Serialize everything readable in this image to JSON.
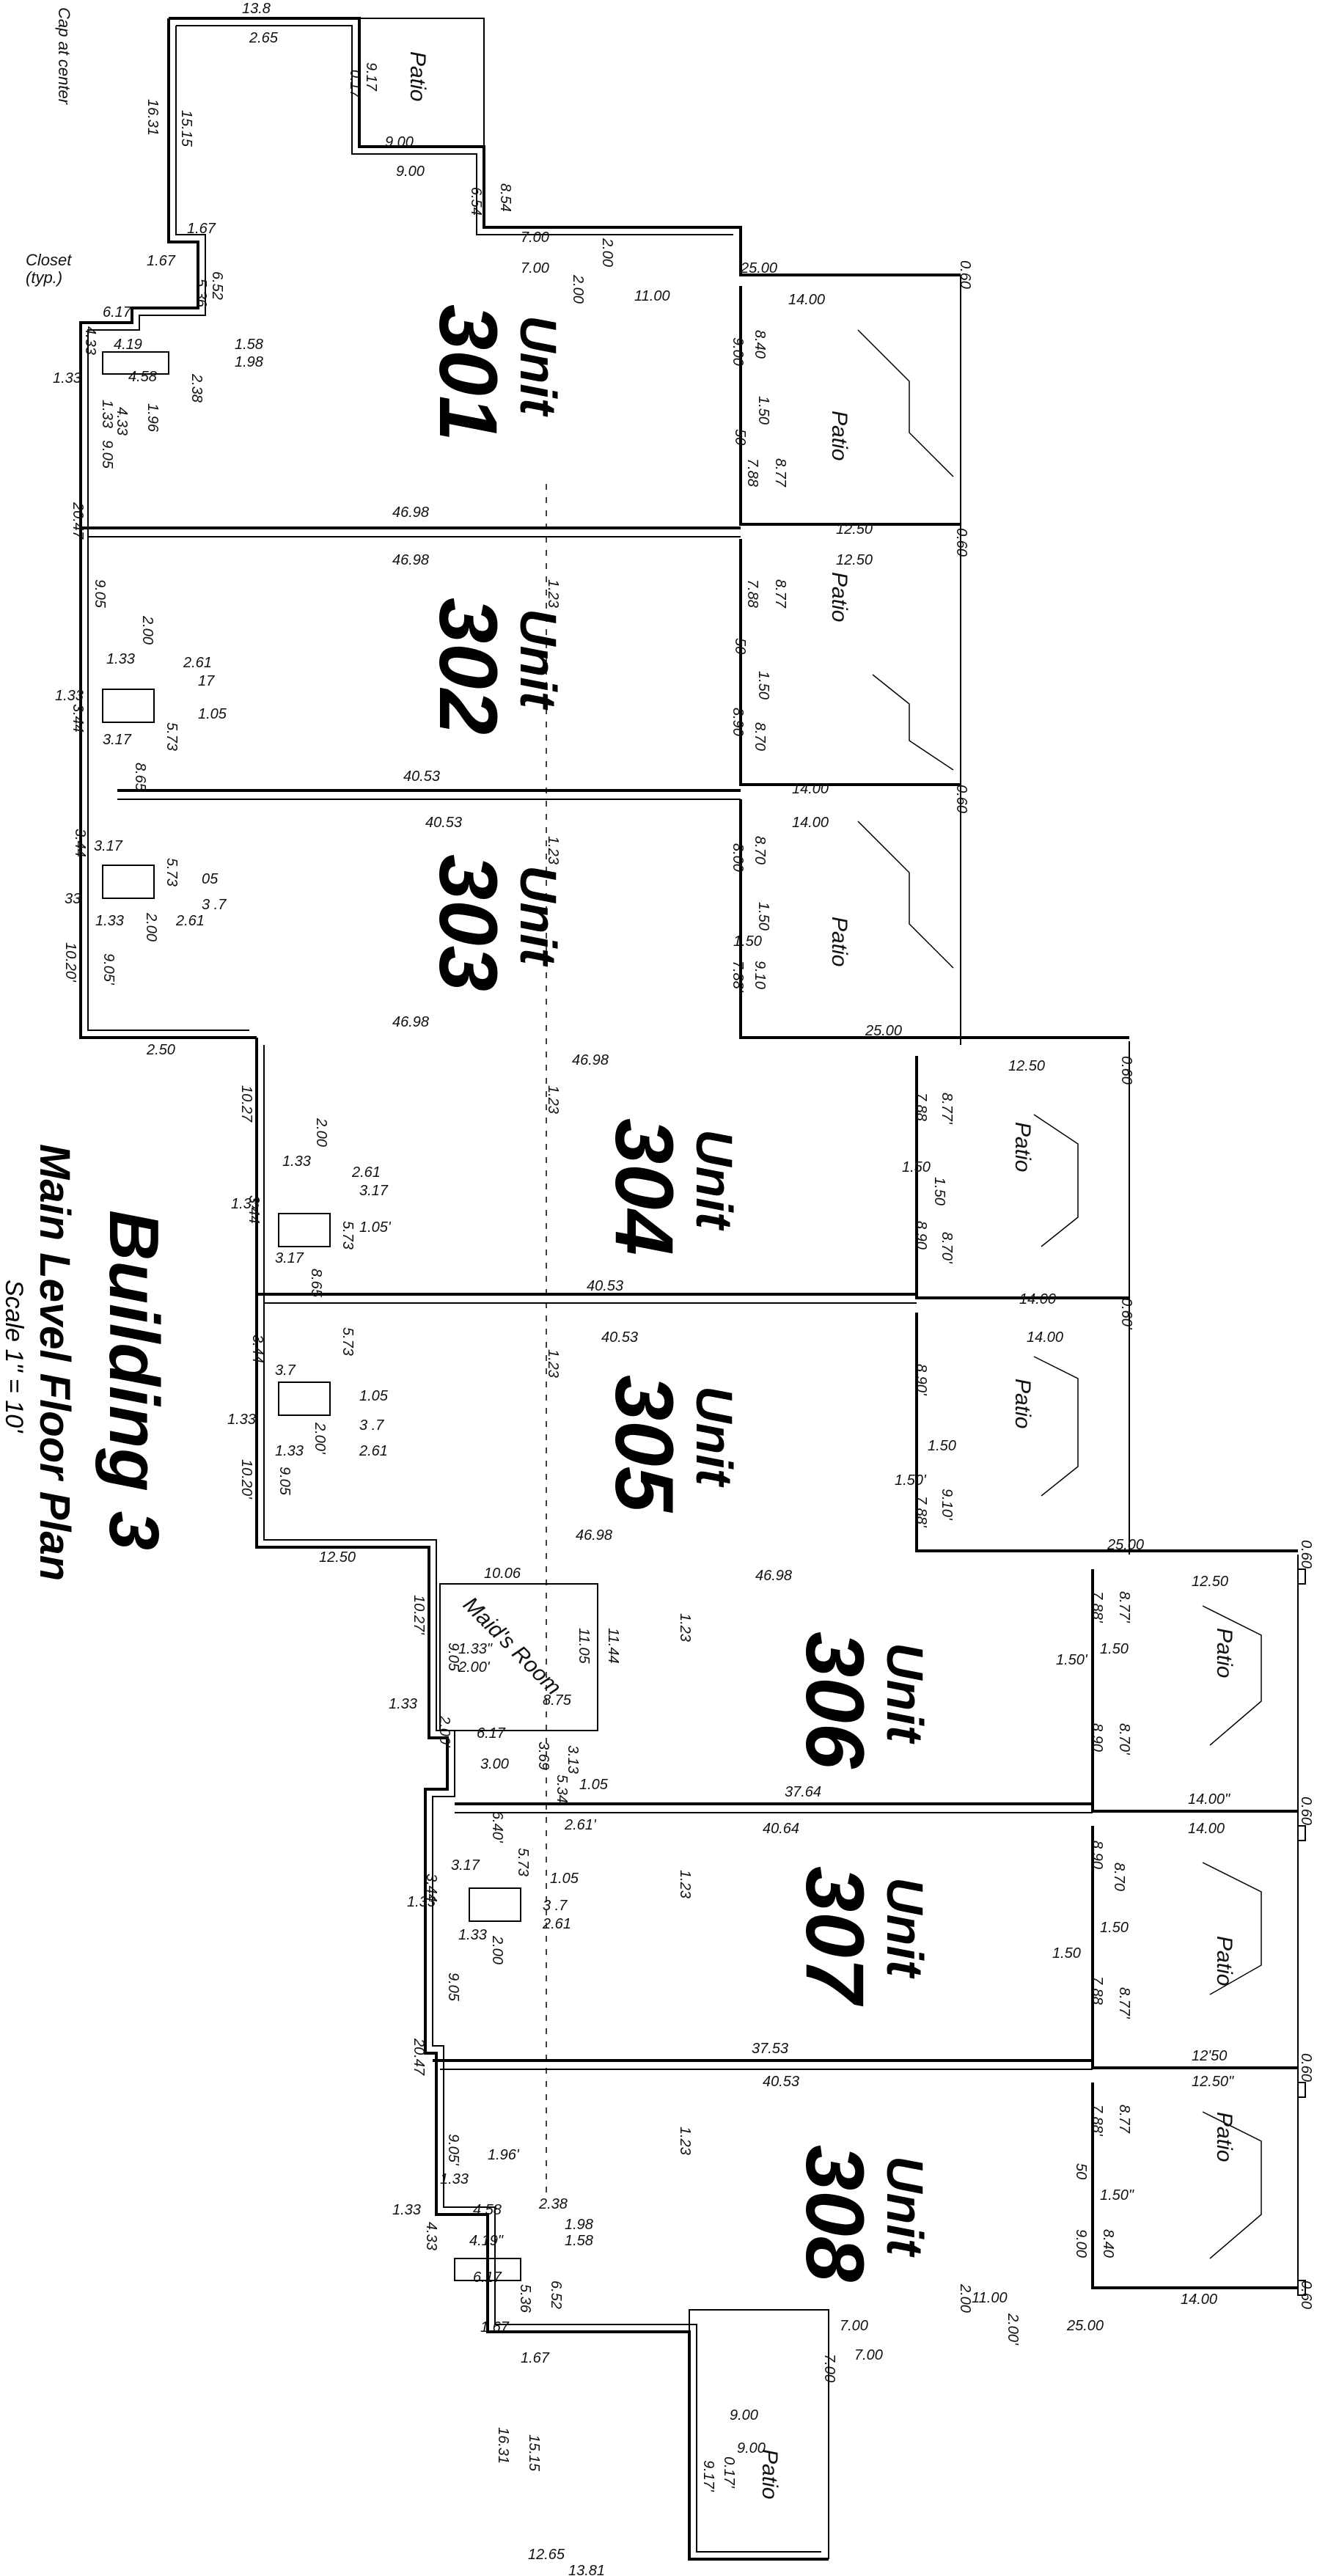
{
  "title": {
    "building": "Building 3",
    "plan": "Main Level Floor Plan",
    "scale": "Scale   1\" = 10'"
  },
  "notes": {
    "cap": "Cap at center",
    "closet": "Closet",
    "closet_typ": "(typ.)",
    "maids_room": "Maid's Room"
  },
  "units": [
    {
      "word": "Unit",
      "number": "301"
    },
    {
      "word": "Unit",
      "number": "302"
    },
    {
      "word": "Unit",
      "number": "303"
    },
    {
      "word": "Unit",
      "number": "304"
    },
    {
      "word": "Unit",
      "number": "305"
    },
    {
      "word": "Unit",
      "number": "306"
    },
    {
      "word": "Unit",
      "number": "307"
    },
    {
      "word": "Unit",
      "number": "308"
    }
  ],
  "patio_label": "Patio",
  "dimensions": {
    "d13_8": "13.8",
    "d2_65": "2.65",
    "d9_17": "9.17",
    "d0_17": "0.17",
    "d16_31": "16.31",
    "d15_15": "15.15",
    "d9_00a": "9.00",
    "d9_00b": "9.00",
    "d8_54": "8.54",
    "d6_54": "6.54",
    "d7_00a": "7.00",
    "d7_00b": "7.00",
    "d2_00a": "2.00",
    "d2_00b": "2.00",
    "d1_67a": "1.67",
    "d1_67b": "1.67",
    "d6_52": "6.52",
    "d5_36": "5.36",
    "d6_17": "6.17",
    "d4_33": "4.33",
    "d4_19": "4.19",
    "d1_58": "1.58",
    "d1_98": "1.98",
    "d2_38": "2.38",
    "d1_33a": "1.33",
    "d4_58": "4.58",
    "d1_96": "1.96",
    "d1_33b": "1.33",
    "d4_33b": "4.33",
    "d9_05a": "9.05",
    "d20_47a": "20.47",
    "d25_00a": "25.00",
    "d0_60a": "0.60",
    "d11_00a": "11.00",
    "d14_00a": "14.00",
    "d9_00c": "9.00",
    "d8_40": "8.40",
    "d1_50a": "1.50",
    "d50a": "50",
    "d8_77a": "8.77",
    "d7_88a": "7.88",
    "d46_98a": "46.98",
    "d12_50a": "12.50",
    "d0_60b": "0.60",
    "d46_98b": "46.98",
    "d1_23a": "1.23",
    "d12_50b": "12.50",
    "d9_05b": "9.05",
    "d2_00c": "2.00",
    "d1_33c": "1.33",
    "d2_61a": "2.61",
    "d17a": "17",
    "d1_05a": "1.05",
    "d1_33d": "1.33",
    "d3_44a": "3.44",
    "d3_17a": "3.17",
    "d5_73a": "5.73",
    "d8_77b": "8.77",
    "d7_88b": "7.88",
    "d50b": "50",
    "d1_50b": "1.50",
    "d8_90a": "8.90",
    "d8_70a": "8.70",
    "d8_65a": "8.65",
    "d40_53a": "40.53",
    "d14_00b": "14.00",
    "d0_60c": "0.60",
    "d40_53b": "40.53",
    "d1_23b": "1.23",
    "d14_00c": "14.00",
    "d3_17b": "3.17",
    "d3_44b": "3.44",
    "d5_73b": "5.73",
    "d05": "05",
    "d3_7a": "3 .7",
    "d33a": "33",
    "d1_33e": "1.33",
    "d2_00d": "2.00",
    "d2_61b": "2.61",
    "d8_70b": "8.70",
    "d8_00": "8.00",
    "d10_20a": "10.20'",
    "d9_05c": "9.05'",
    "d1_50c": "1.50",
    "d1_50d": "1.50",
    "d7_88c": "7.88'",
    "d9_10": "9.10",
    "d46_98c": "46.98",
    "d25_00b": "25.00",
    "d2_50": "2.50",
    "d46_98d": "46.98",
    "d12_50c": "12.50",
    "d0_60d": "0.60",
    "d10_27a": "10.27",
    "d1_23c": "1.23",
    "d7_88d": "7.88",
    "d8_77c": "8.77'",
    "d1_50e": "1.50",
    "d1_50f": "1.50",
    "d2_00e": "2.00",
    "d1_33f": "1.33",
    "d2_61c": "2.61",
    "d3_17c": "3.17",
    "d1_05b": "1.05'",
    "d1_33g": "1.33",
    "d3_44c": "3.44",
    "d3_17d": "3.17",
    "d5_73c": "5.73",
    "d8_90b": "8.90",
    "d8_70c": "8.70'",
    "d8_65b": "8.65",
    "d40_53c": "40.53",
    "d14_00d": "14.00",
    "d0_60e": "0.60'",
    "d40_53d": "40.53",
    "d14_00e": "14.00",
    "d1_23d": "1.23",
    "d5_73d": "5.73",
    "d3_44d": "3.44",
    "d3_7b": "3.7",
    "d1_05c": "1.05",
    "d1_33h": "1.33",
    "d3_7c": "3 .7",
    "d2_00f": "2.00'",
    "d2_61d": "2.61",
    "d1_33i": "1.33",
    "d8_90c": "8.90'",
    "d1_50g": "1.50",
    "d10_20b": "10.20'",
    "d9_05d": "9.05",
    "d1_50h": "1.50'",
    "d7_88e": "7.88'",
    "d9_10b": "9.10'",
    "d46_98e": "46.98",
    "d25_00c": "25.00",
    "d12_50d": "12.50",
    "d10_06": "10.06",
    "d11_05": "11.05",
    "d11_44": "11.44",
    "d1_23e": "1.23",
    "d46_98f": "46.98",
    "d0_60f": "0.60",
    "d12_50e": "12.50",
    "d10_27b": "10.27'",
    "d9_05e": "9.05",
    "d1_33j": "1.33\"",
    "d2_00g": "2.00'",
    "d8_75": "8.75",
    "d1_33k": "1.33",
    "d2_00h": "2.00'",
    "d6_17b": "6.17",
    "d3_69": "3.69",
    "d3_13": "3.13",
    "d3_00": "3.00",
    "d5_34": "5.34",
    "d1_05d": "1.05",
    "d37_64": "37.64",
    "d14_00f": "14.00\"",
    "d0_60g": "0.60",
    "d7_88f": "7.88'",
    "d8_77d": "8.77'",
    "d1_50i": "1.50'",
    "d1_50j": "1.50",
    "d8_90d": "8.90",
    "d8_70d": "8.70'",
    "d6_40": "6.40'",
    "d2_61e": "2.61'",
    "d40_64": "40.64",
    "d1_23f": "1.23",
    "d14_00g": "14.00",
    "d5_73e": "5.73",
    "d3_17e": "3.17",
    "d1_05e": "1.05",
    "d3_44e": "3.44",
    "d1_33l": "1.33",
    "d3_7d": "3 .7",
    "d2_61f": "2.61",
    "d1_33m": "1.33",
    "d2_00i": "2.00",
    "d8_90e": "8.90",
    "d8_70e": "8.70",
    "d1_50k": "1.50",
    "d1_50l": "1.50",
    "d7_88g": "7.88",
    "d8_77e": "8.77'",
    "d9_05f": "9.05",
    "d20_47b": "20.47",
    "d37_53": "37.53",
    "d12_50f": "12'50",
    "d0_60h": "0.60",
    "d40_53e": "40.53",
    "d12_50g": "12.50\"",
    "d1_23g": "1.23",
    "d7_88h": "7.88'",
    "d8_77f": "8.77",
    "d50c": "50",
    "d1_50m": "1.50\"",
    "d9_00d": "9.00",
    "d8_40b": "8.40",
    "d9_05g": "9.05'",
    "d1_96b": "1.96'",
    "d1_33n": "1.33",
    "d1_33o": "1.33",
    "d4_58b": "4.58",
    "d2_38b": "2.38",
    "d1_98b": "1.98",
    "d4_33c": "4.33",
    "d4_19b": "4.19\"",
    "d1_58b": "1.58",
    "d6_17c": "6.17",
    "d5_36b": "5.36",
    "d6_52b": "6.52",
    "d1_67c": "1.67",
    "d1_67d": "1.67",
    "d2_00j": "2.00",
    "d7_00c": "7.00",
    "d2_00k": "2.00'",
    "d11_00b": "11.00",
    "d7_00d": "7.00",
    "d7_00e": "7.00",
    "d25_00d": "25.00",
    "d14_00h": "14.00",
    "d0_60i": "0.60",
    "d16_31b": "16.31",
    "d15_15b": "15.15",
    "d9_00e": "9.00",
    "d9_00f": "9.00",
    "d9_17b": "9.17'",
    "d0_17b": "0.17'",
    "d12_65": "12.65",
    "d13_81": "13.81"
  }
}
